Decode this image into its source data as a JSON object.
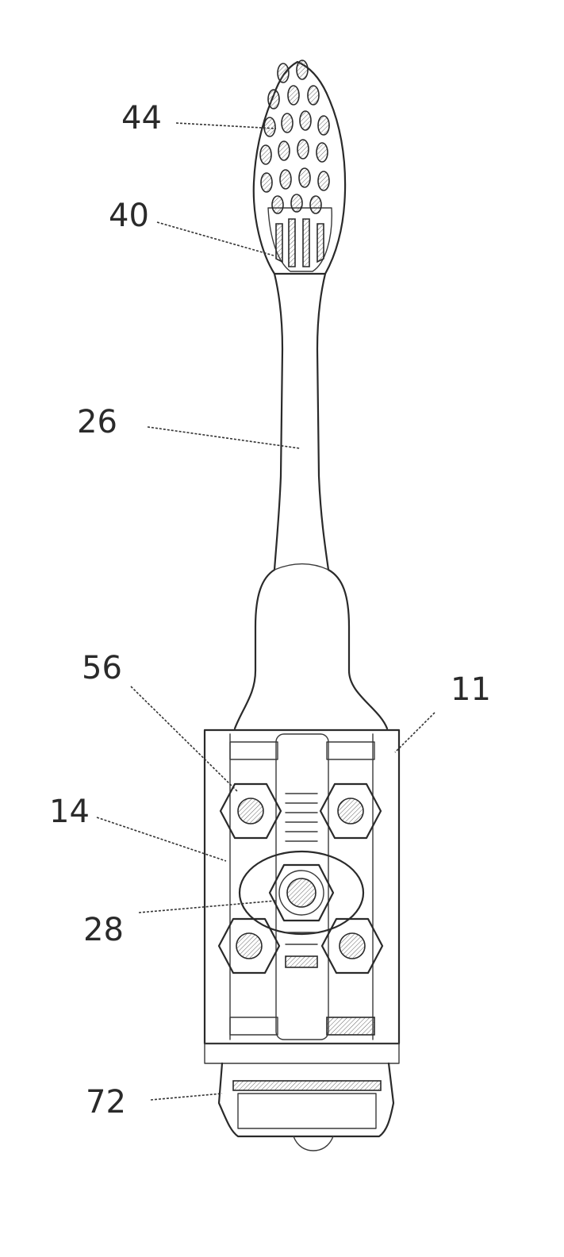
{
  "reference_numerals": [
    {
      "id": "ref-44",
      "text": "44"
    },
    {
      "id": "ref-40",
      "text": "40"
    },
    {
      "id": "ref-26",
      "text": "26"
    },
    {
      "id": "ref-56",
      "text": "56"
    },
    {
      "id": "ref-11",
      "text": "11"
    },
    {
      "id": "ref-14",
      "text": "14"
    },
    {
      "id": "ref-28",
      "text": "28"
    },
    {
      "id": "ref-72",
      "text": "72"
    }
  ]
}
